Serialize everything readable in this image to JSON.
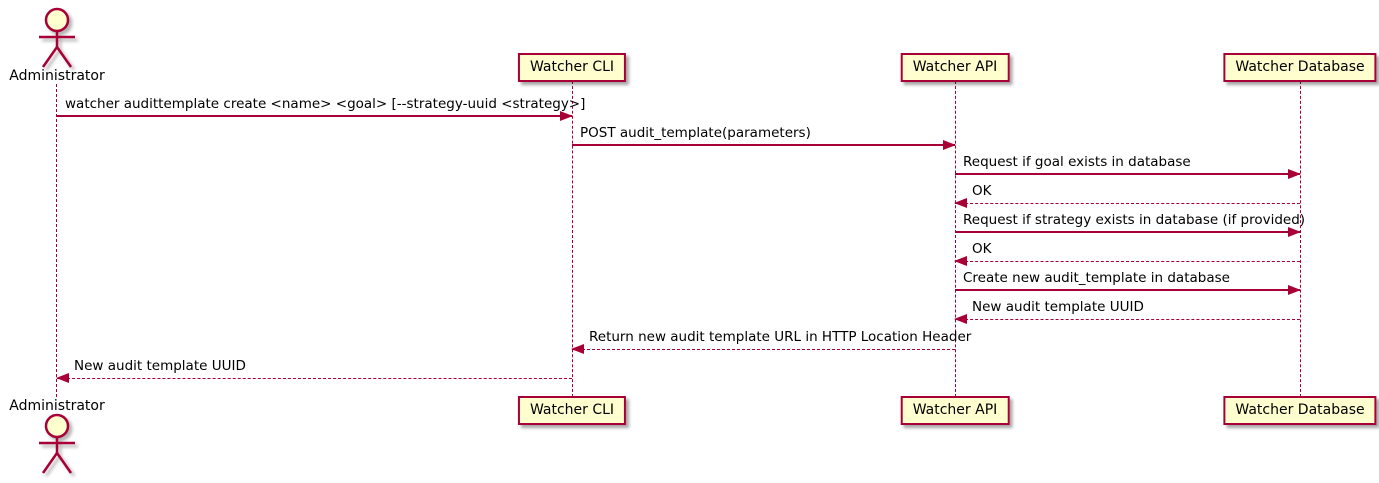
{
  "diagram_type": "UML sequence diagram",
  "colors": {
    "participant_fill": "#FEFECE",
    "line_color": "#A80036",
    "text_color": "#000000",
    "background": "#FFFFFF"
  },
  "actor": {
    "name": "Administrator"
  },
  "participants": [
    {
      "name": "Watcher CLI"
    },
    {
      "name": "Watcher API"
    },
    {
      "name": "Watcher Database"
    }
  ],
  "messages": [
    {
      "from": "Administrator",
      "to": "Watcher CLI",
      "style": "solid",
      "text": "watcher audittemplate create <name> <goal> [--strategy-uuid <strategy>]"
    },
    {
      "from": "Watcher CLI",
      "to": "Watcher API",
      "style": "solid",
      "text": "POST audit_template(parameters)"
    },
    {
      "from": "Watcher API",
      "to": "Watcher Database",
      "style": "solid",
      "text": "Request if goal exists in database"
    },
    {
      "from": "Watcher Database",
      "to": "Watcher API",
      "style": "dashed",
      "text": "OK"
    },
    {
      "from": "Watcher API",
      "to": "Watcher Database",
      "style": "solid",
      "text": "Request if strategy exists in database (if provided)"
    },
    {
      "from": "Watcher Database",
      "to": "Watcher API",
      "style": "dashed",
      "text": "OK"
    },
    {
      "from": "Watcher API",
      "to": "Watcher Database",
      "style": "solid",
      "text": "Create new audit_template in database"
    },
    {
      "from": "Watcher Database",
      "to": "Watcher API",
      "style": "dashed",
      "text": "New audit template UUID"
    },
    {
      "from": "Watcher API",
      "to": "Watcher CLI",
      "style": "dashed",
      "text": "Return new audit template URL in HTTP Location Header"
    },
    {
      "from": "Watcher CLI",
      "to": "Administrator",
      "style": "dashed",
      "text": "New audit template UUID"
    }
  ]
}
